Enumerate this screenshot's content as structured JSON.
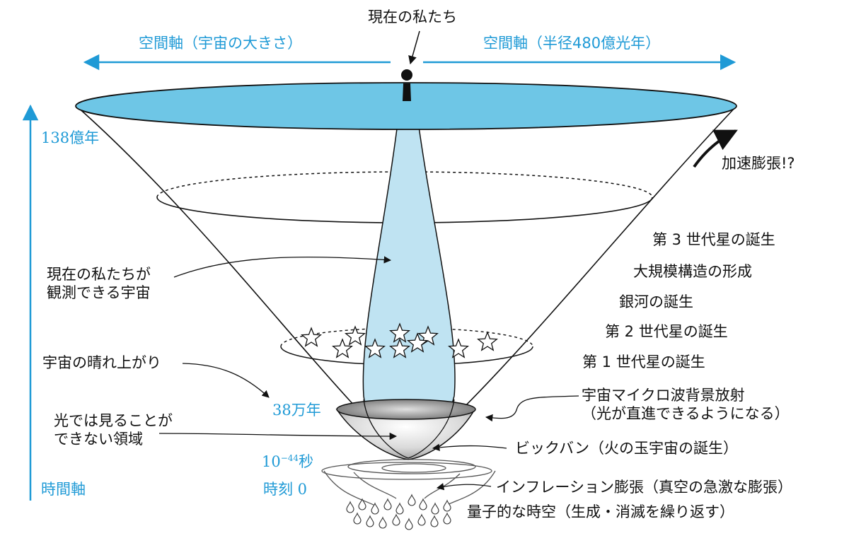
{
  "header": {
    "observer_label": "現在の私たち",
    "space_axis_left": "空間軸（宇宙の大きさ）",
    "space_axis_right": "空間軸（半径480億光年）"
  },
  "time_axis": {
    "axis_label": "時間軸",
    "now_label": "138億年",
    "recombination_label": "38万年",
    "planck_time_label": "10",
    "planck_time_exponent": "−44",
    "planck_time_unit": "秒",
    "time_zero_label": "時刻 0"
  },
  "left_annotations": {
    "observable_universe": "現在の私たちが\n観測できる宇宙",
    "clearing_up": "宇宙の晴れ上がり",
    "invisible_region": "光では見ることが\nできない領域"
  },
  "right_annotations": {
    "accelerating_expansion": "加速膨張!?",
    "third_gen_stars": "第 3 世代星の誕生",
    "large_scale_structure": "大規模構造の形成",
    "galaxy_birth": "銀河の誕生",
    "second_gen_stars": "第 2 世代星の誕生",
    "first_gen_stars": "第 1 世代星の誕生",
    "cmb": "宇宙マイクロ波背景放射\n（光が直進できるようになる）",
    "big_bang": "ビックバン（火の玉宇宙の誕生）",
    "inflation": "インフレーション膨張（真空の急激な膨張）",
    "quantum_spacetime": "量子的な時空（生成・消滅を繰り返す）"
  },
  "colors": {
    "accent_blue": "#1f9ad6",
    "top_disk": "#6ec6e6",
    "light_cone_fill": "#bfe3f2",
    "outline": "#111111"
  },
  "icons": [
    "observer-figure-icon",
    "star-icon",
    "droplet-icon",
    "arrow-icon"
  ]
}
